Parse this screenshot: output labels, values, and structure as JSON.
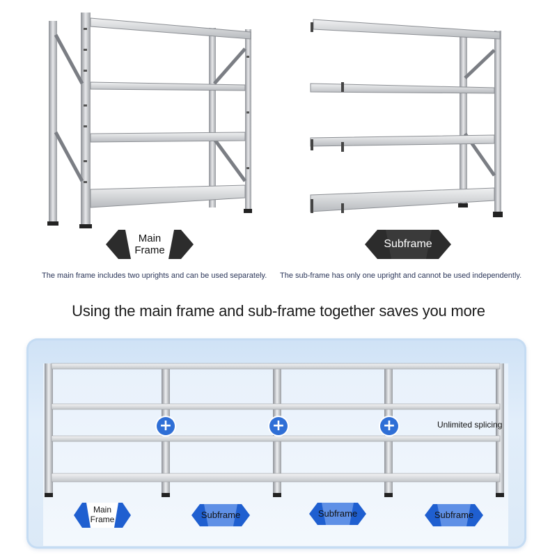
{
  "top": {
    "main_badge": {
      "line1": "Main",
      "line2": "Frame"
    },
    "sub_badge": {
      "label": "Subframe"
    },
    "main_caption": "The main frame includes two uprights and can be used separately.",
    "sub_caption": "The sub-frame has only one upright and cannot be used independently."
  },
  "headline": "Using the main frame and sub-frame together saves you more",
  "bottom": {
    "splice_label": "Unlimited splicing",
    "badges": [
      {
        "line1": "Main",
        "line2": "Frame"
      },
      {
        "label": "Subframe"
      },
      {
        "label": "Subframe"
      },
      {
        "label": "Subframe"
      }
    ]
  },
  "colors": {
    "badge_dark": "#2c2c2c",
    "badge_blue": "#1f5fd0",
    "plus_blue": "#2f6fd6",
    "caption_text": "#2a3558"
  }
}
